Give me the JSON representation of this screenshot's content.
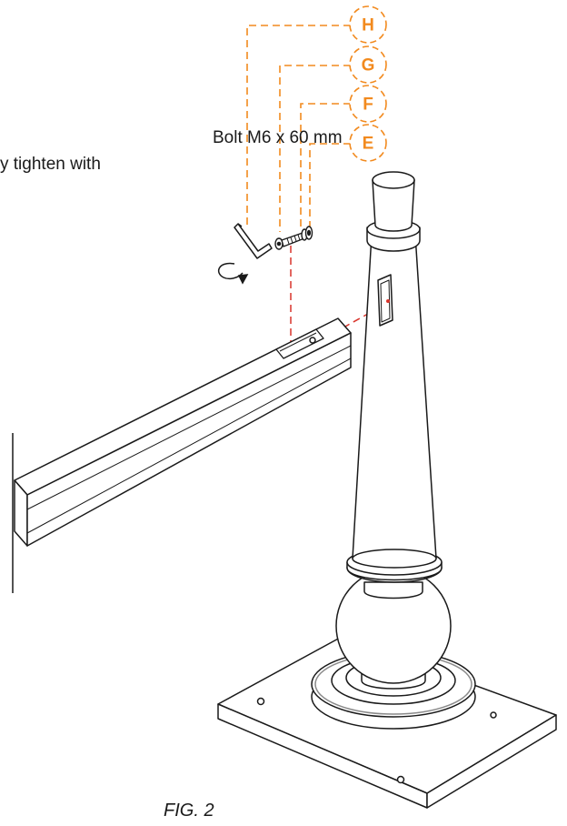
{
  "instructions": {
    "line1": "Bolt M6 x 60 mm",
    "line2": "y tighten with"
  },
  "callouts": [
    {
      "id": "H",
      "label": "H"
    },
    {
      "id": "G",
      "label": "G"
    },
    {
      "id": "F",
      "label": "F"
    },
    {
      "id": "E",
      "label": "E"
    }
  ],
  "figure": {
    "caption": "FIG. 2"
  },
  "colors": {
    "callout": "#f28a1e",
    "guide": "#d9342b",
    "line": "#1a1a1a"
  }
}
